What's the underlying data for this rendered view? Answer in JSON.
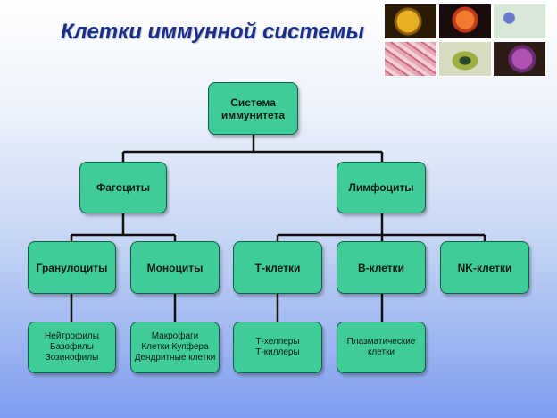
{
  "title": "Клетки иммунной системы",
  "colors": {
    "node_fill": "#3fcc98",
    "node_border": "#0f5f45",
    "connector": "#111111",
    "title": "#1a2f8a"
  },
  "nodes": {
    "root": "Система\nиммунитета",
    "phagocytes": "Фагоциты",
    "lymphocytes": "Лимфоциты",
    "granulocytes": "Гранулоциты",
    "monocytes": "Моноциты",
    "t_cells": "Т-клетки",
    "b_cells": "В-клетки",
    "nk_cells": "NK-клетки",
    "granulocyte_types": "Нейтрофилы\nБазофилы\nЗозинофилы",
    "monocyte_types": "Макрофаги\nКлетки Купфера\nДендритные клетки",
    "t_cell_types": "Т-хелперы\nТ-киллеры",
    "b_cell_types": "Плазматические\nклетки"
  },
  "photos": [
    {
      "icon": "microscope-cell-image-yellow"
    },
    {
      "icon": "microscope-cell-image-orange"
    },
    {
      "icon": "microscope-cell-image-green"
    },
    {
      "icon": "microscope-tissue-image-pink"
    },
    {
      "icon": "microscope-cell-image-olive"
    },
    {
      "icon": "microscope-cell-image-purple"
    }
  ]
}
